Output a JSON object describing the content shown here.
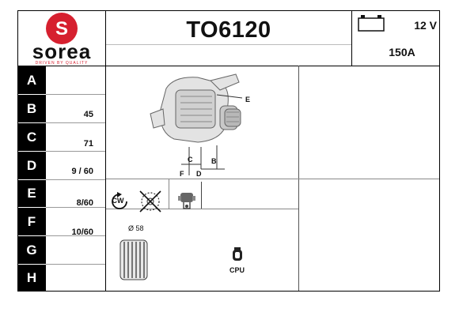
{
  "brand": {
    "name": "sorea",
    "tagline": "DRIVEN BY QUALITY",
    "logo_color": "#d6202f"
  },
  "product": {
    "code": "TO6120",
    "voltage": "12 V",
    "amperage": "150A"
  },
  "spec_rows": [
    {
      "letter": "A",
      "value": ""
    },
    {
      "letter": "B",
      "value": "45"
    },
    {
      "letter": "C",
      "value": "71"
    },
    {
      "letter": "D",
      "value": "9 / 60"
    },
    {
      "letter": "E",
      "value": "8/60"
    },
    {
      "letter": "F",
      "value": "10/60"
    },
    {
      "letter": "G",
      "value": ""
    },
    {
      "letter": "H",
      "value": ""
    }
  ],
  "diagram": {
    "labels": {
      "e": "E",
      "c": "C",
      "b": "B",
      "f": "F",
      "d": "D"
    },
    "rotation_label": "CW",
    "pulley_diameter": "Ø 58",
    "connector_label": "CPU"
  }
}
